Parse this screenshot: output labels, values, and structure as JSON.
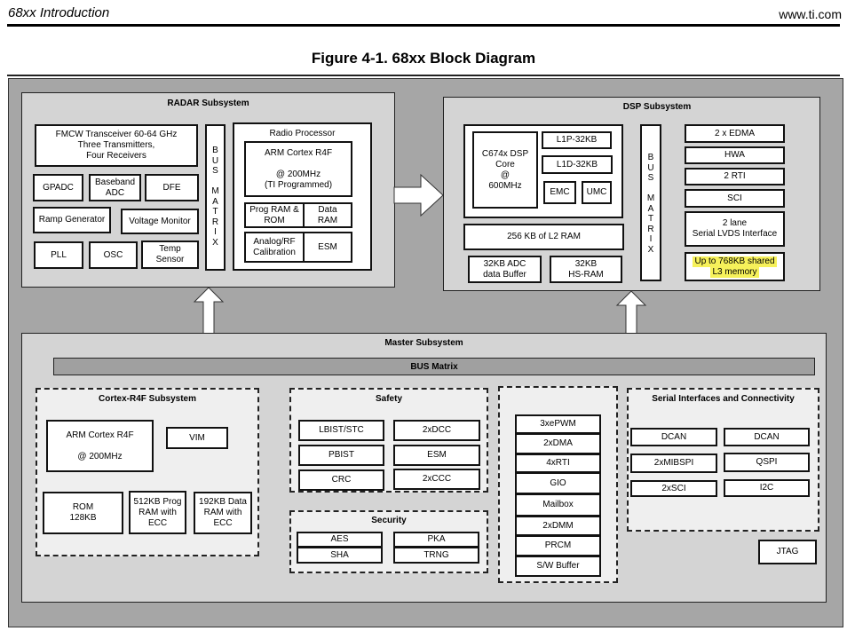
{
  "header": {
    "left": "68xx Introduction",
    "right": "www.ti.com"
  },
  "figure_title": "Figure 4-1. 68xx Block Diagram",
  "radar": {
    "title": "RADAR Subsystem",
    "fmcw": "FMCW Transceiver 60-64 GHz\nThree Transmitters,\nFour Receivers",
    "gpadc": "GPADC",
    "baseband_adc": "Baseband\nADC",
    "dfe": "DFE",
    "ramp_generator": "Ramp Generator",
    "voltage_monitor": "Voltage Monitor",
    "pll": "PLL",
    "osc": "OSC",
    "temp_sensor": "Temp\nSensor",
    "bus_matrix": "B\nU\nS\n\nM\nA\nT\nR\nI\nX",
    "radio_processor": {
      "title": "Radio Processor",
      "cpu": "ARM Cortex R4F\n\n@ 200MHz\n(TI Programmed)",
      "prog_ram": "Prog RAM &\nROM",
      "data_ram": "Data\nRAM",
      "calibration": "Analog/RF\nCalibration",
      "esm": "ESM"
    }
  },
  "dsp": {
    "title": "DSP Subsystem",
    "core": "C674x DSP\nCore\n@\n600MHz",
    "l1p": "L1P-32KB",
    "l1d": "L1D-32KB",
    "emc": "EMC",
    "umc": "UMC",
    "l2": "256 KB of L2 RAM",
    "adc_buffer": "32KB  ADC\ndata Buffer",
    "hs_ram": "32KB\nHS-RAM",
    "bus_matrix": "B\nU\nS\n\nM\nA\nT\nR\nI\nX",
    "peripherals": [
      "2 x EDMA",
      "HWA",
      "2 RTI",
      "SCI"
    ],
    "lvds": "2 lane\nSerial LVDS Interface",
    "l3_line1": "Up to 768KB shared",
    "l3_line2": "L3 memory",
    "highlight_color": "#f6f15a"
  },
  "master": {
    "title": "Master Subsystem",
    "bus_matrix": "BUS Matrix",
    "cortex": {
      "title": "Cortex-R4F Subsystem",
      "cpu": "ARM Cortex R4F\n\n@ 200MHz",
      "vim": "VIM",
      "rom": "ROM\n128KB",
      "prog_ram": "512KB Prog\nRAM with\nECC",
      "data_ram": "192KB Data\nRAM with\nECC"
    },
    "safety": {
      "title": "Safety",
      "left": [
        "LBIST/STC",
        "PBIST",
        "CRC"
      ],
      "right": [
        "2xDCC",
        "ESM",
        "2xCCC"
      ]
    },
    "security": {
      "title": "Security",
      "left": [
        "AES",
        "SHA"
      ],
      "right": [
        "PKA",
        "TRNG"
      ]
    },
    "misc": [
      "3xePWM",
      "2xDMA",
      "4xRTI",
      "GIO",
      "Mailbox",
      "2xDMM",
      "PRCM",
      "S/W Buffer"
    ],
    "serial": {
      "title": "Serial Interfaces and Connectivity",
      "left": [
        "DCAN",
        "2xMIBSPI",
        "2xSCI"
      ],
      "right": [
        "DCAN",
        "QSPI",
        "I2C"
      ]
    },
    "jtag": "JTAG"
  }
}
